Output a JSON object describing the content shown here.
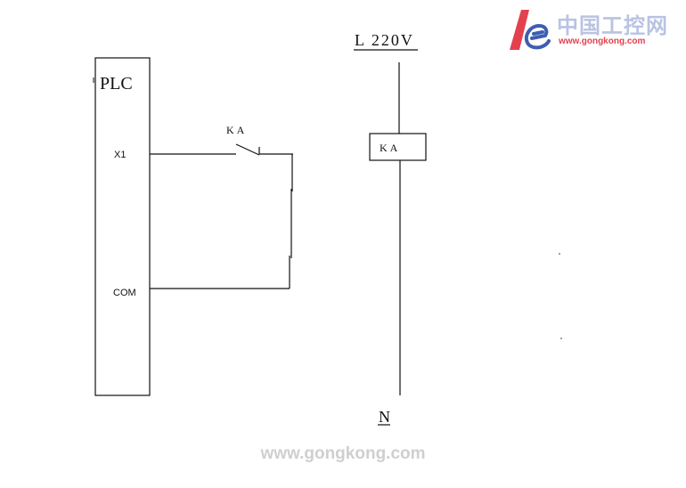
{
  "plc": {
    "label": "PLC",
    "terminals": {
      "x1": "X1",
      "com": "COM"
    }
  },
  "contact": {
    "label": "KA"
  },
  "power": {
    "line_label": "L 220V",
    "neutral_label": "N"
  },
  "relay": {
    "coil_label": "KA"
  },
  "logo": {
    "text_cn": "中国工控网",
    "url": "www.gongkong.com"
  },
  "watermark": {
    "text": "www.gongkong.com"
  },
  "colors": {
    "logo_red": "#e4414f",
    "logo_blue": "#3d5fb0",
    "logo_cn_text": "#b9c3e2",
    "watermark": "#cfcfcf",
    "ink": "#111111"
  }
}
